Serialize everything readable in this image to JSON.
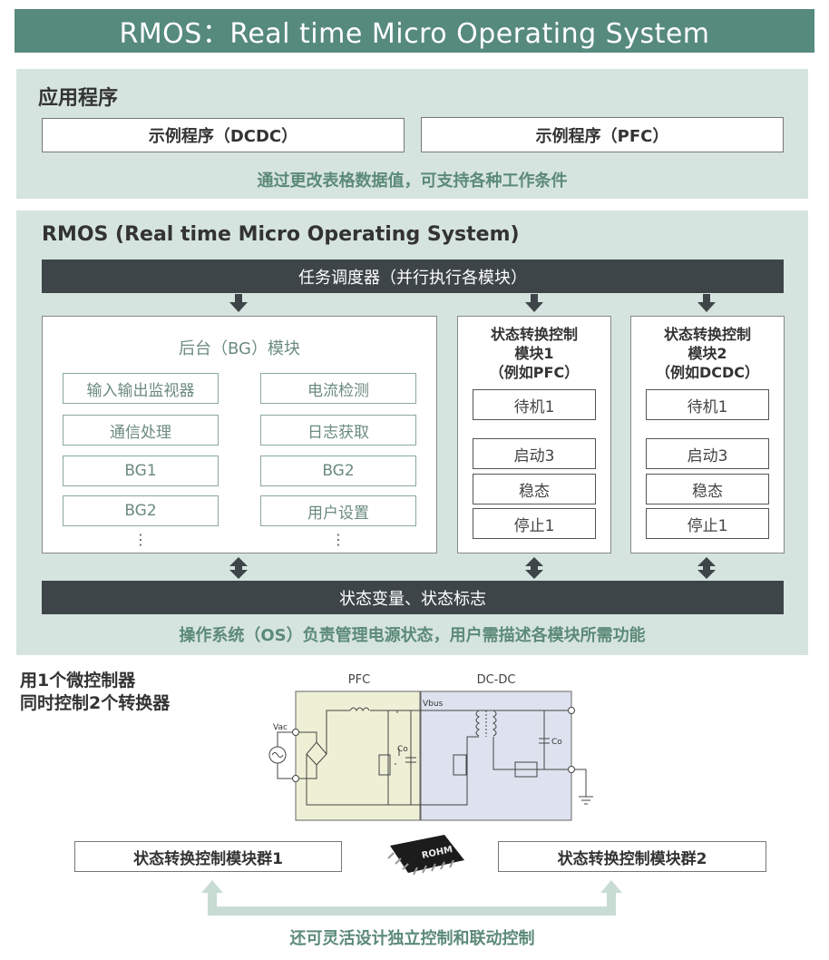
{
  "title": "RMOS：Real time Micro Operating System",
  "app": {
    "heading": "应用程序",
    "examples": [
      "示例程序（DCDC）",
      "示例程序（PFC）"
    ],
    "note": "通过更改表格数据值，可支持各种工作条件"
  },
  "rmos": {
    "heading": "RMOS (Real time Micro Operating System)",
    "scheduler": "任务调度器（并行执行各模块）",
    "bg": {
      "title": "后台（BG）模块",
      "left": [
        "输入输出监视器",
        "通信处理",
        "BG1",
        "BG2"
      ],
      "right": [
        "电流检测",
        "日志获取",
        "BG2",
        "用户设置"
      ],
      "ellipsis": "⋮"
    },
    "sm1": {
      "title": "状态转换控制\n模块1\n（例如PFC）",
      "states": [
        "待机1",
        "启动3",
        "稳态",
        "停止1"
      ]
    },
    "sm2": {
      "title": "状态转换控制\n模块2\n（例如DCDC）",
      "states": [
        "待机1",
        "启动3",
        "稳态",
        "停止1"
      ]
    },
    "vars": "状态变量、状态标志",
    "note": "操作系统（OS）负责管理电源状态，用户需描述各模块所需功能"
  },
  "bottom": {
    "caption": "用1个微控制器\n同时控制2个转换器",
    "pfc_label": "PFC",
    "dcdc_label": "DC-DC",
    "vac": "Vac",
    "vbus": "Vbus",
    "co1": "Co",
    "co2": "Co",
    "chip": "ROHM",
    "group1": "状态转换控制模块群1",
    "group2": "状态转换控制模块群2",
    "note": "还可灵活设计独立控制和联动控制"
  },
  "colors": {
    "header": "#568a7c",
    "panel": "#d6e4e0",
    "dark": "#3d4548",
    "pfc_bg": "#eef0d6",
    "dcdc_bg": "#dde2ee"
  }
}
